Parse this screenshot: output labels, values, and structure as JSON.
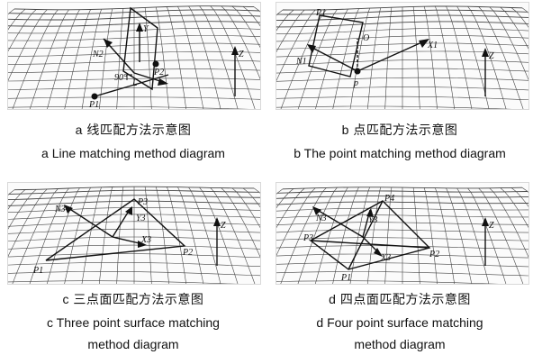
{
  "panels": [
    {
      "id": "a",
      "caption_cn": "a   线匹配方法示意图",
      "caption_en": [
        "a Line matching method diagram"
      ],
      "labels": [
        "N2",
        "P2",
        "P1",
        "L",
        "90°",
        "Y",
        "Z"
      ]
    },
    {
      "id": "b",
      "caption_cn": "b   点匹配方法示意图",
      "caption_en": [
        "b The point matching method diagram"
      ],
      "labels": [
        "P1",
        "N1",
        "O",
        "X1",
        "p",
        "Z"
      ]
    },
    {
      "id": "c",
      "caption_cn": "c   三点面匹配方法示意图",
      "caption_en": [
        "c Three point  surface matching",
        "method diagram"
      ],
      "labels": [
        "N3",
        "P3",
        "Y3",
        "X3",
        "P2",
        "P1",
        "Z"
      ]
    },
    {
      "id": "d",
      "caption_cn": "d   四点面匹配方法示意图",
      "caption_en": [
        "d Four point  surface matching",
        "method diagram"
      ],
      "labels": [
        "N3",
        "Y3",
        "P4",
        "P3",
        "X3",
        "P2",
        "P1",
        "Z"
      ]
    }
  ]
}
